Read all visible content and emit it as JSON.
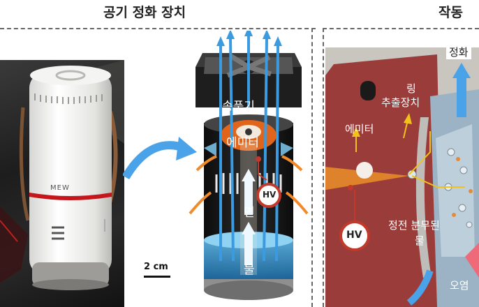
{
  "headings": {
    "device_title": "공기 정화 장치",
    "operation_title": "작동"
  },
  "photo": {
    "brand": "MEW",
    "scale_bar": "2 cm"
  },
  "device_labels": {
    "blower": "송풍기",
    "emitter": "에미터",
    "high_voltage": "HV",
    "cotton": "면",
    "water": "물"
  },
  "operation_labels": {
    "purification": "정화",
    "ring_line1": "링",
    "ring_line2": "추출장치",
    "emitter": "에미터",
    "high_voltage": "HV",
    "electrospray_line1": "정전 분무된",
    "electrospray_line2": "물",
    "pollutant": "오염"
  }
}
